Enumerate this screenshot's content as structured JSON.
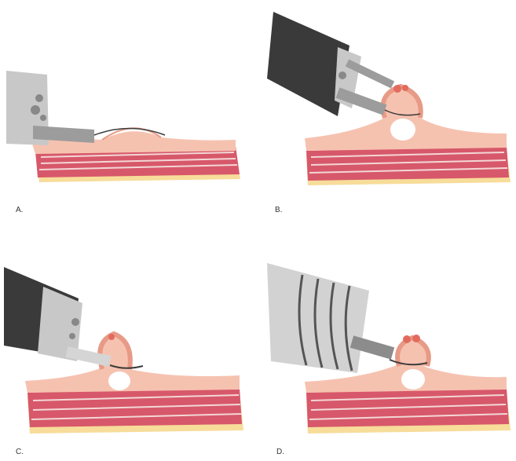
{
  "panels": [
    {
      "label": "A."
    },
    {
      "label": "B."
    },
    {
      "label": "C."
    },
    {
      "label": "D."
    }
  ],
  "colors": {
    "background": "#ffffff",
    "mucosa": "#f6c2b0",
    "mucosa_dark": "#e79a86",
    "muscle": "#d7586a",
    "muscle_stripe": "#f3d7d6",
    "fat": "#f7dc9a",
    "scope_dark": "#3a3a3a",
    "scope_light": "#c8c8c8",
    "snare": "#3c3c3c",
    "polyp_tip": "#e26b5e"
  }
}
